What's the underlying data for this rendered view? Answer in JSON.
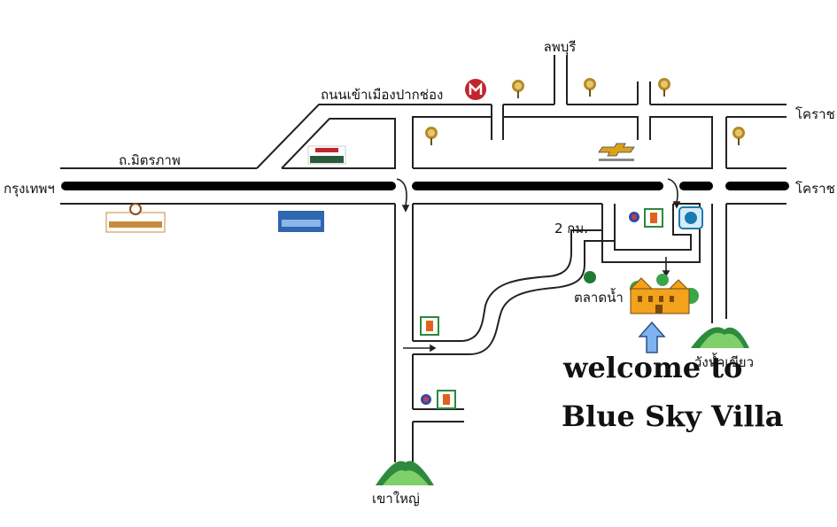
{
  "labels": {
    "lopburi": "ลพบุรี",
    "pakchong_city_road": "ถนนเข้าเมืองปากช่อง",
    "korat_top": "โคราช",
    "mittraphap_road": "ถ.มิตรภาพ",
    "bangkok": "กรุงเทพฯ",
    "korat_highway": "โคราช",
    "distance": "2 กม.",
    "market": "ตลาดน้ำ",
    "wang_nam_khiao": "วังน้ำเขียว",
    "khao_yai": "เขาใหญ่"
  },
  "welcome": {
    "line1": "welcome to",
    "line2": "Blue Sky Villa"
  },
  "landmark_icons": [
    "tesco-lotus-icon",
    "chevrolet-logo-icon",
    "villa-building-icon",
    "seven-eleven-icon",
    "ptt-gas-station-icon",
    "tree-icon",
    "mountain-icon",
    "arrow-up-icon",
    "restaurant-sign-icon",
    "bank-sign-icon"
  ],
  "colors": {
    "road_line": "#222222",
    "highway": "#000000",
    "arrow_blue": "#7fb2f0",
    "villa_orange": "#f3a21b",
    "tree_green": "#3aa64a",
    "mountain_green": "#2e8b3e",
    "market_dot": "#1e7a34",
    "tree_pin": "#b58a2a",
    "lotus_red": "#c0262c"
  }
}
